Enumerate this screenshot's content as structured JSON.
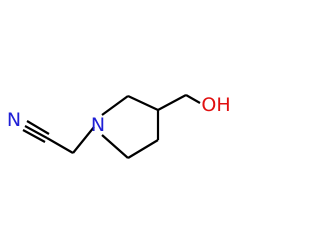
{
  "molecule": {
    "atoms": [
      {
        "id": "n-nitrile",
        "symbol": "N",
        "color": "#1f1fd6"
      },
      {
        "id": "n-ring",
        "symbol": "N",
        "color": "#1f1fd6"
      },
      {
        "id": "o-hydroxyl",
        "symbol": "OH",
        "color": "#e01010"
      }
    ],
    "bond_color": "#000000"
  }
}
